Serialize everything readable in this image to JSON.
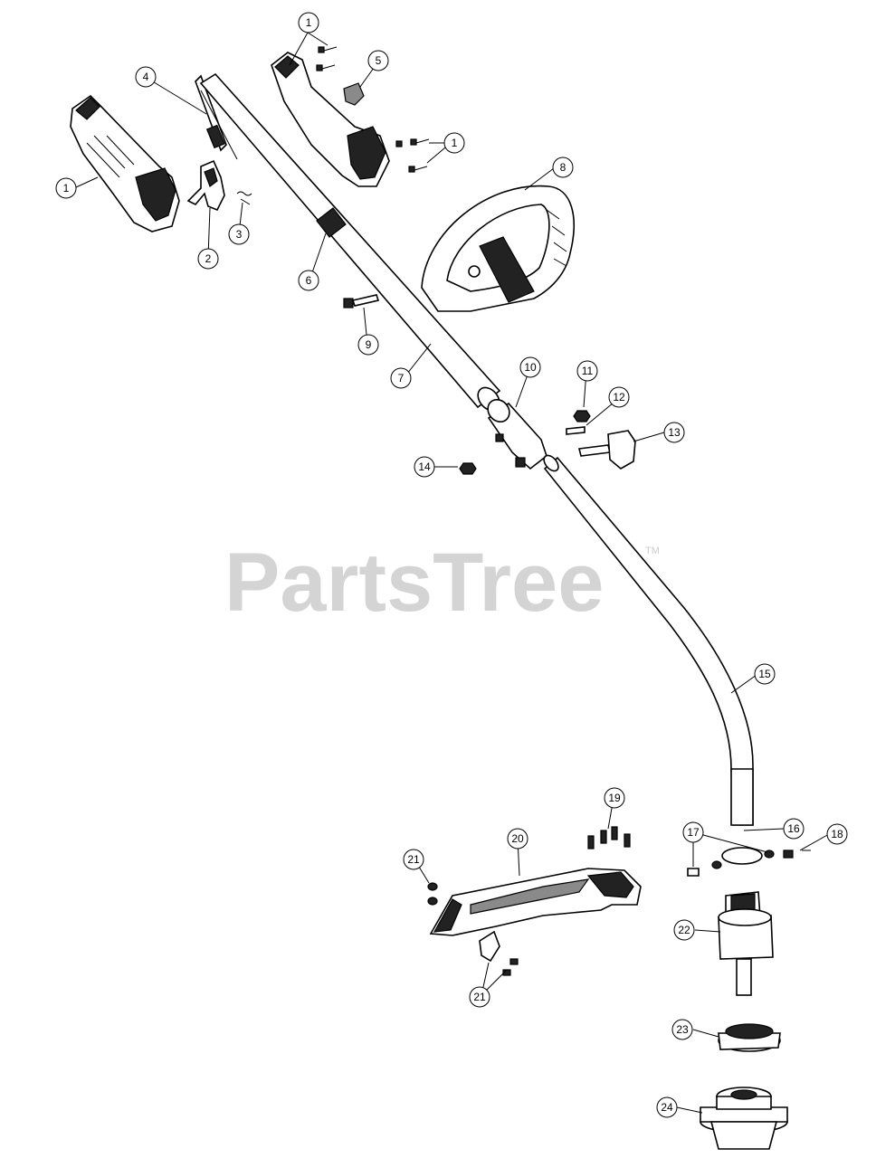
{
  "watermark": {
    "text": "PartsTree",
    "tm": "TM"
  },
  "callouts": {
    "c1a": "1",
    "c1b": "1",
    "c1c": "1",
    "c2": "2",
    "c3": "3",
    "c4": "4",
    "c5": "5",
    "c6": "6",
    "c7": "7",
    "c8": "8",
    "c9": "9",
    "c10": "10",
    "c11": "11",
    "c12": "12",
    "c13": "13",
    "c14": "14",
    "c15": "15",
    "c16": "16",
    "c17": "17",
    "c18": "18",
    "c19": "19",
    "c20": "20",
    "c21a": "21",
    "c21b": "21",
    "c22": "22",
    "c23": "23",
    "c24": "24"
  }
}
